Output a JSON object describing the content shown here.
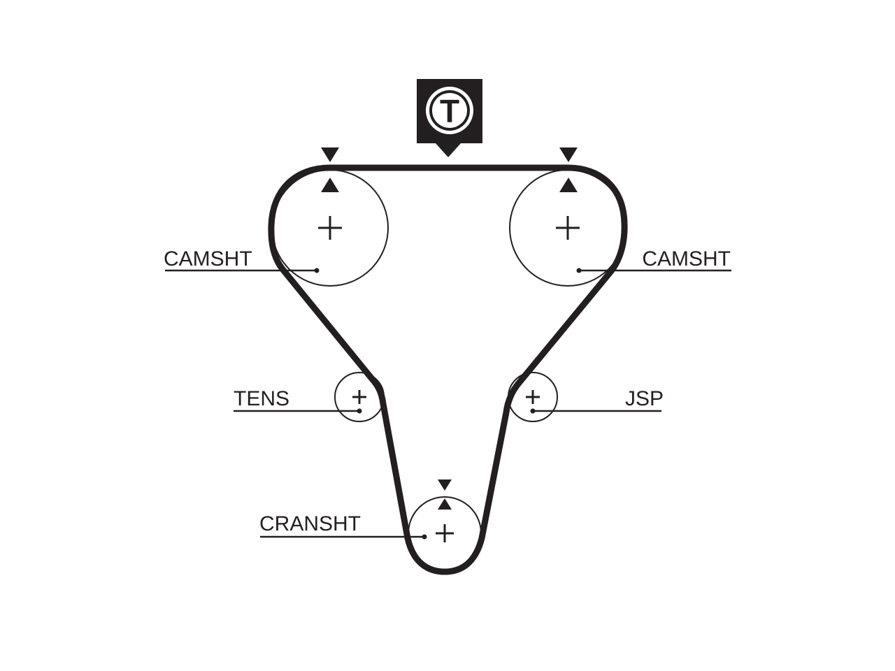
{
  "diagram": {
    "tensioner_badge": {
      "letter": "T"
    },
    "labels": {
      "camshaft_left": "CAMSHT",
      "camshaft_right": "CAMSHT",
      "tensioner": "TENS",
      "jackshaft": "JSP",
      "crankshaft": "CRANSHT"
    },
    "colors": {
      "line": "#231f20",
      "background": "#ffffff"
    },
    "icons": [
      "plus-icon",
      "timing-mark-icon",
      "tensioner-badge-icon"
    ]
  }
}
